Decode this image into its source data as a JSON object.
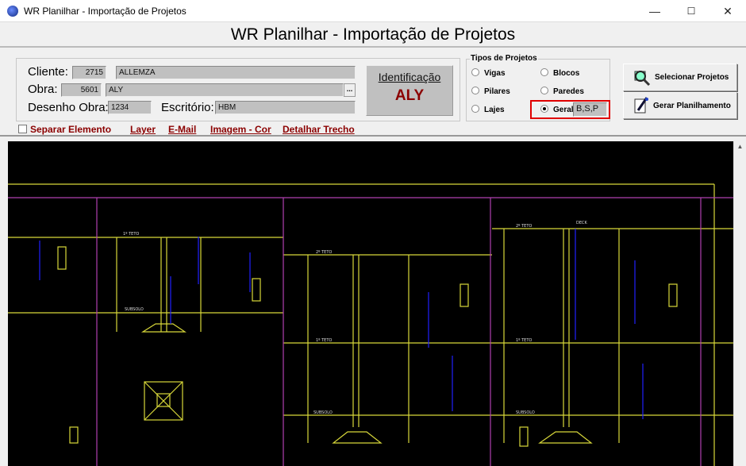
{
  "window": {
    "title": "WR Planilhar - Importação de Projetos",
    "minimize": "—",
    "maximize": "☐",
    "close": "✕"
  },
  "header": {
    "title": "WR Planilhar - Importação de Projetos"
  },
  "form": {
    "cliente_label": "Cliente:",
    "cliente_code": "2715",
    "cliente_name": "ALLEMZA",
    "obra_label": "Obra:",
    "obra_code": "5601",
    "obra_name": "ALY",
    "obra_browse": "...",
    "desenho_label": "Desenho Obra:",
    "desenho_value": "1234",
    "escritorio_label": "Escritório:",
    "escritorio_value": "HBM"
  },
  "identificacao": {
    "title": "Identificação",
    "value": "ALY"
  },
  "options": {
    "separar_label": "Separar Elemento",
    "separar_checked": false
  },
  "links": [
    "Layer",
    "E-Mail",
    "Imagem - Cor",
    "Detalhar Trecho"
  ],
  "tipos": {
    "title": "Tipos de Projetos",
    "items": [
      {
        "label": "Vigas",
        "checked": false
      },
      {
        "label": "Blocos",
        "checked": false
      },
      {
        "label": "Pilares",
        "checked": false
      },
      {
        "label": "Paredes",
        "checked": false
      },
      {
        "label": "Lajes",
        "checked": false
      },
      {
        "label": "Geral",
        "checked": true
      }
    ],
    "geral_value": "B,S,P"
  },
  "buttons": {
    "selecionar": "Selecionar Projetos",
    "gerar": "Gerar Planilhamento"
  },
  "drawing": {
    "labels": [
      "1º TETO",
      "SUBSOLO",
      "2º TETO",
      "1º TETO",
      "SUBSOLO",
      "2º TETO",
      "1º TETO",
      "SUBSOLO",
      "DECK"
    ]
  },
  "colors": {
    "accent": "#8b0000",
    "highlight": "#e00000",
    "cad_yellow": "#d8d83a",
    "cad_magenta": "#b040b0",
    "cad_blue": "#2020ff"
  }
}
